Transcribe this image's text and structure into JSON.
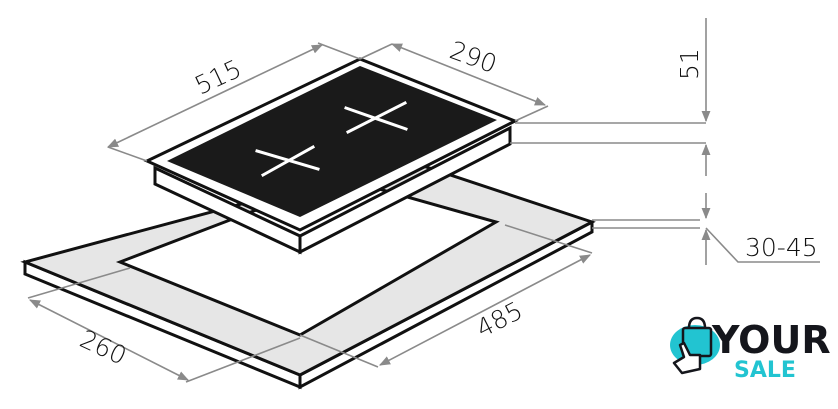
{
  "dimensions": {
    "hob_length": "515",
    "hob_depth": "290",
    "hob_height": "51",
    "cutout_depth": "260",
    "cutout_length": "485",
    "worktop_thickness": "30-45"
  },
  "logo": {
    "line1": "YOUR",
    "line2": "SALE"
  },
  "colors": {
    "accent": "#22c4d1",
    "line": "#8a8a8a",
    "glass": "#1a1a1a",
    "worktop": "#e6e6e6"
  }
}
